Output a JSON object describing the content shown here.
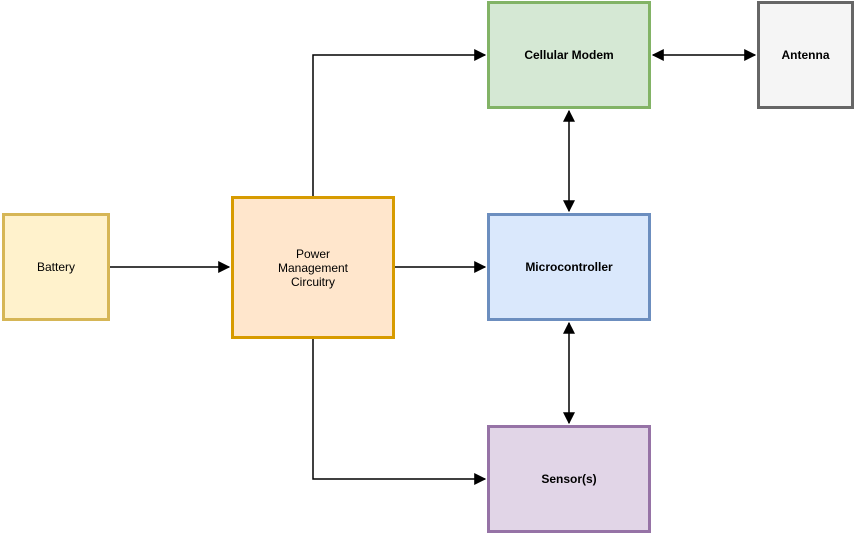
{
  "nodes": {
    "battery": {
      "label": "Battery",
      "fill": "#fff2cc",
      "stroke": "#d6b656"
    },
    "power": {
      "label": "Power\nManagement\nCircuitry",
      "fill": "#ffe6cc",
      "stroke": "#d79b00"
    },
    "modem": {
      "label": "Cellular Modem",
      "fill": "#d5e8d4",
      "stroke": "#82b366"
    },
    "antenna": {
      "label": "Antenna",
      "fill": "#f5f5f5",
      "stroke": "#666666"
    },
    "micro": {
      "label": "Microcontroller",
      "fill": "#dae8fc",
      "stroke": "#6c8ebf"
    },
    "sensor": {
      "label": "Sensor(s)",
      "fill": "#e1d5e7",
      "stroke": "#9673a6"
    }
  },
  "edges": [
    {
      "from": "battery",
      "to": "power",
      "direction": "forward"
    },
    {
      "from": "power",
      "to": "modem",
      "direction": "forward"
    },
    {
      "from": "power",
      "to": "micro",
      "direction": "forward"
    },
    {
      "from": "power",
      "to": "sensor",
      "direction": "forward"
    },
    {
      "from": "modem",
      "to": "antenna",
      "direction": "both"
    },
    {
      "from": "modem",
      "to": "micro",
      "direction": "both"
    },
    {
      "from": "micro",
      "to": "sensor",
      "direction": "both"
    }
  ]
}
